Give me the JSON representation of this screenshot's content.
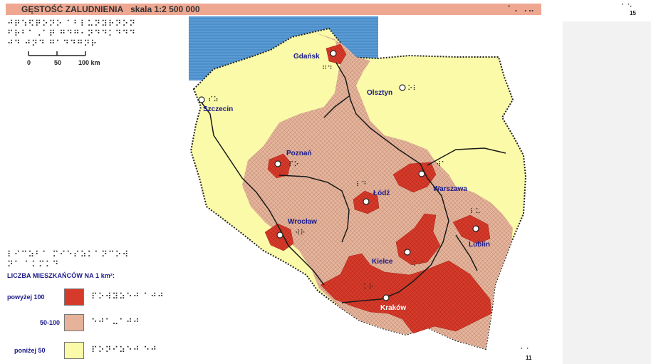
{
  "header": {
    "title": "GĘSTOŚĆ ZALUDNIENIA",
    "scale": "skala 1:2 500 000",
    "braille_right": "⠁⠄⠠⠤"
  },
  "braille_intro": [
    "⠚⠟⠱⠫⠟⠕⠝⠕ ⠁⠃⠇⠥⠝⠽⠗⠝⠕⠝",
    "⠋⠗⠃⠁⠠⠁⠟ ⠛⠙⠛⠂⠝⠙⠙⠅⠙⠙⠙",
    "⠚⠙ ⠚⠝⠙ ⠛⠁⠙⠙⠛⠝⠗"
  ],
  "scale_bar": {
    "labels": [
      "0",
      "50",
      "100 km"
    ]
  },
  "cities": [
    {
      "name": "Gdańsk",
      "braille": "⠛⠙"
    },
    {
      "name": "Olsztyn",
      "braille": "⠕⠇"
    },
    {
      "name": "Szczecin",
      "braille": "⠎⠵"
    },
    {
      "name": "Poznań",
      "braille": "⠏⠕"
    },
    {
      "name": "Łódź",
      "braille": "⠇⠙"
    },
    {
      "name": "Warszawa",
      "braille": "⠺⠁"
    },
    {
      "name": "Wrocław",
      "braille": "⠺⠗"
    },
    {
      "name": "Lublin",
      "braille": "⠇⠥"
    },
    {
      "name": "Kielce",
      "braille": "⠅⠊"
    },
    {
      "name": "Kraków",
      "braille": "⠅⠗"
    }
  ],
  "legend": {
    "braille_title": [
      "⠇⠊⠉⠵⠃⠁ ⠍⠊⠑⠎⠵⠅⠁⠝⠉⠕⠺",
      "⠝⠁ ⠁⠅⠍⠅⠙"
    ],
    "title": "LICZBA MIESZKAŃCÓW NA 1 km²:",
    "items": [
      {
        "label": "powyżej 100",
        "braille": "⠏⠕⠺⠽⠵⠑⠚ ⠁⠚⠚",
        "color": "#d63a2a"
      },
      {
        "label": "50-100",
        "braille": "⠑⠚⠁⠤⠁⠚⠚",
        "color": "#e6b39a"
      },
      {
        "label": "poniżej 50",
        "braille": "⠏⠕⠝⠊⠵⠑⠚ ⠑⠚",
        "color": "#fafaa8"
      }
    ]
  },
  "page": {
    "top_right": "15",
    "bottom_right": "11"
  },
  "colors": {
    "sea": "#5b9bd5",
    "high": "#d63a2a",
    "medium": "#e6b39a",
    "low": "#fafaa8",
    "header": "#eea791"
  }
}
